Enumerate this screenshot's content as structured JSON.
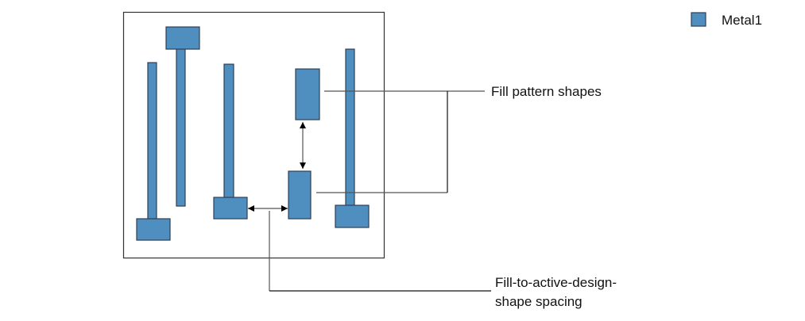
{
  "legend": {
    "label": "Metal1",
    "swatch_color": "#4f8fc0"
  },
  "labels": {
    "fill_pattern": "Fill pattern shapes",
    "spacing_line1": "Fill-to-active-design-",
    "spacing_line2": "shape spacing"
  },
  "colors": {
    "metal": "#4f8fc0",
    "outline": "#2f3f55"
  }
}
